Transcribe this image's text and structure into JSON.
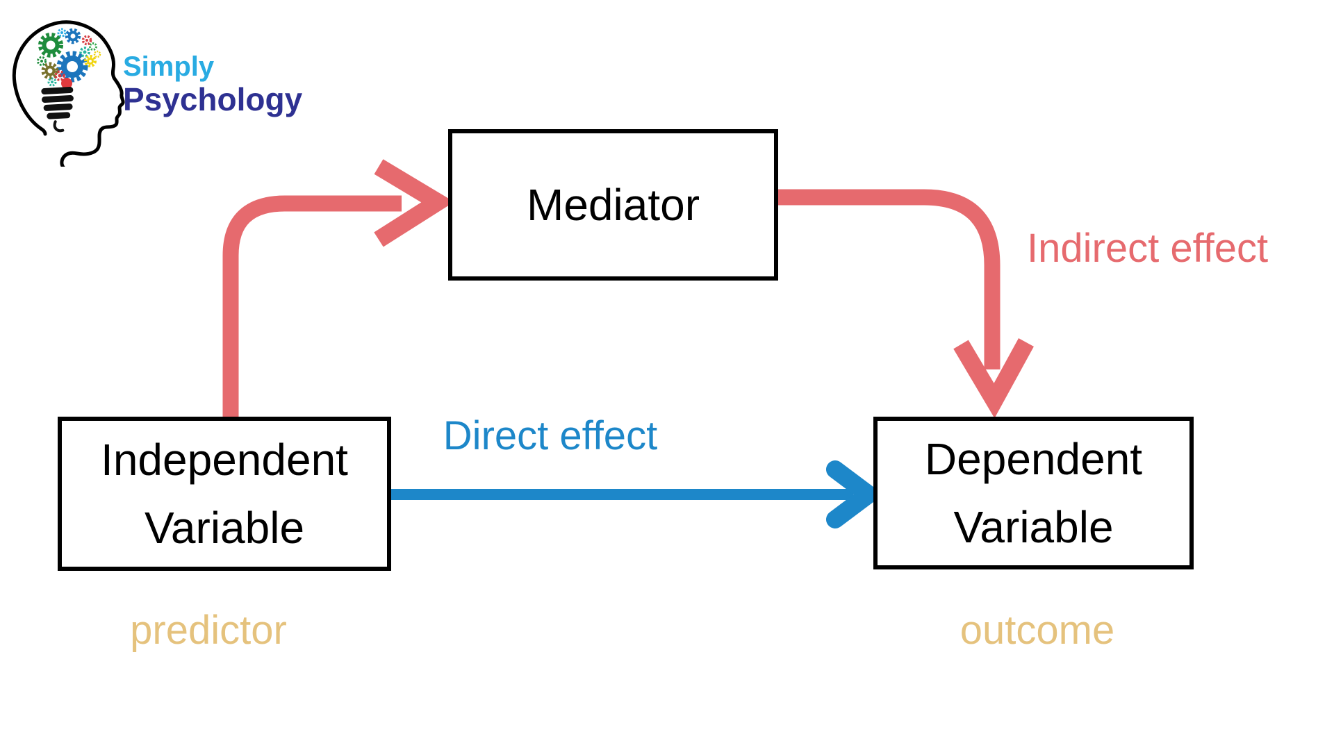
{
  "logo": {
    "brand_line1": "Simply",
    "brand_line2": "Psychology"
  },
  "diagram": {
    "boxes": {
      "mediator": {
        "label": "Mediator"
      },
      "independent_variable": {
        "line1": "Independent",
        "line2": "Variable"
      },
      "dependent_variable": {
        "line1": "Dependent",
        "line2": "Variable"
      }
    },
    "edge_labels": {
      "indirect_effect": "Indirect effect",
      "direct_effect": "Direct effect"
    },
    "role_labels": {
      "predictor": "predictor",
      "outcome": "outcome"
    },
    "colors": {
      "indirect_arrow_red": "#e66a6e",
      "direct_arrow_blue": "#1d87c9",
      "role_text_tan": "#e5c27d",
      "box_border": "#000000",
      "logo_light_blue": "#29abe2",
      "logo_dark_blue": "#2e3192"
    }
  }
}
